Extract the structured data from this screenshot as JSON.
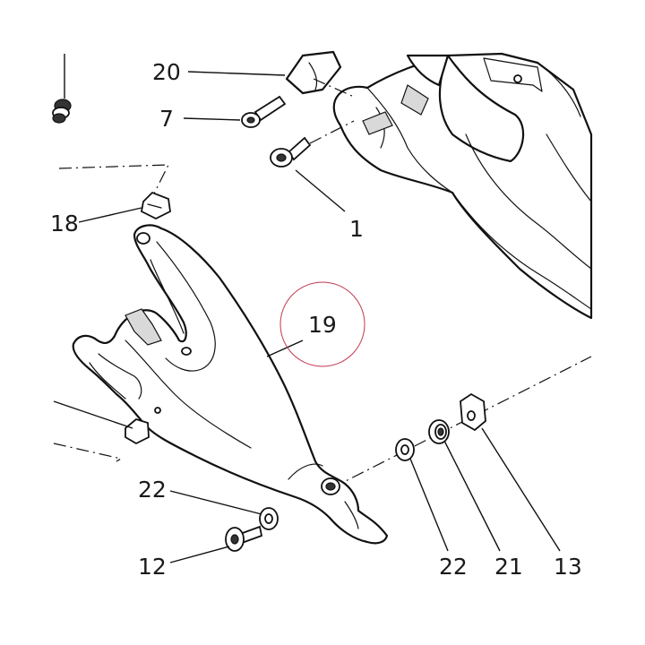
{
  "diagram": {
    "callouts": [
      {
        "id": "20",
        "label": "20"
      },
      {
        "id": "7",
        "label": "7"
      },
      {
        "id": "1",
        "label": "1"
      },
      {
        "id": "18",
        "label": "18"
      },
      {
        "id": "19",
        "label": "19"
      },
      {
        "id": "22a",
        "label": "22"
      },
      {
        "id": "12",
        "label": "12"
      },
      {
        "id": "22b",
        "label": "22"
      },
      {
        "id": "21",
        "label": "21"
      },
      {
        "id": "13",
        "label": "13"
      }
    ],
    "highlighted_callout": "19",
    "colors": {
      "ink": "#111111",
      "highlight_ring": "#c0394f",
      "shade": "#d9d9d9"
    }
  }
}
